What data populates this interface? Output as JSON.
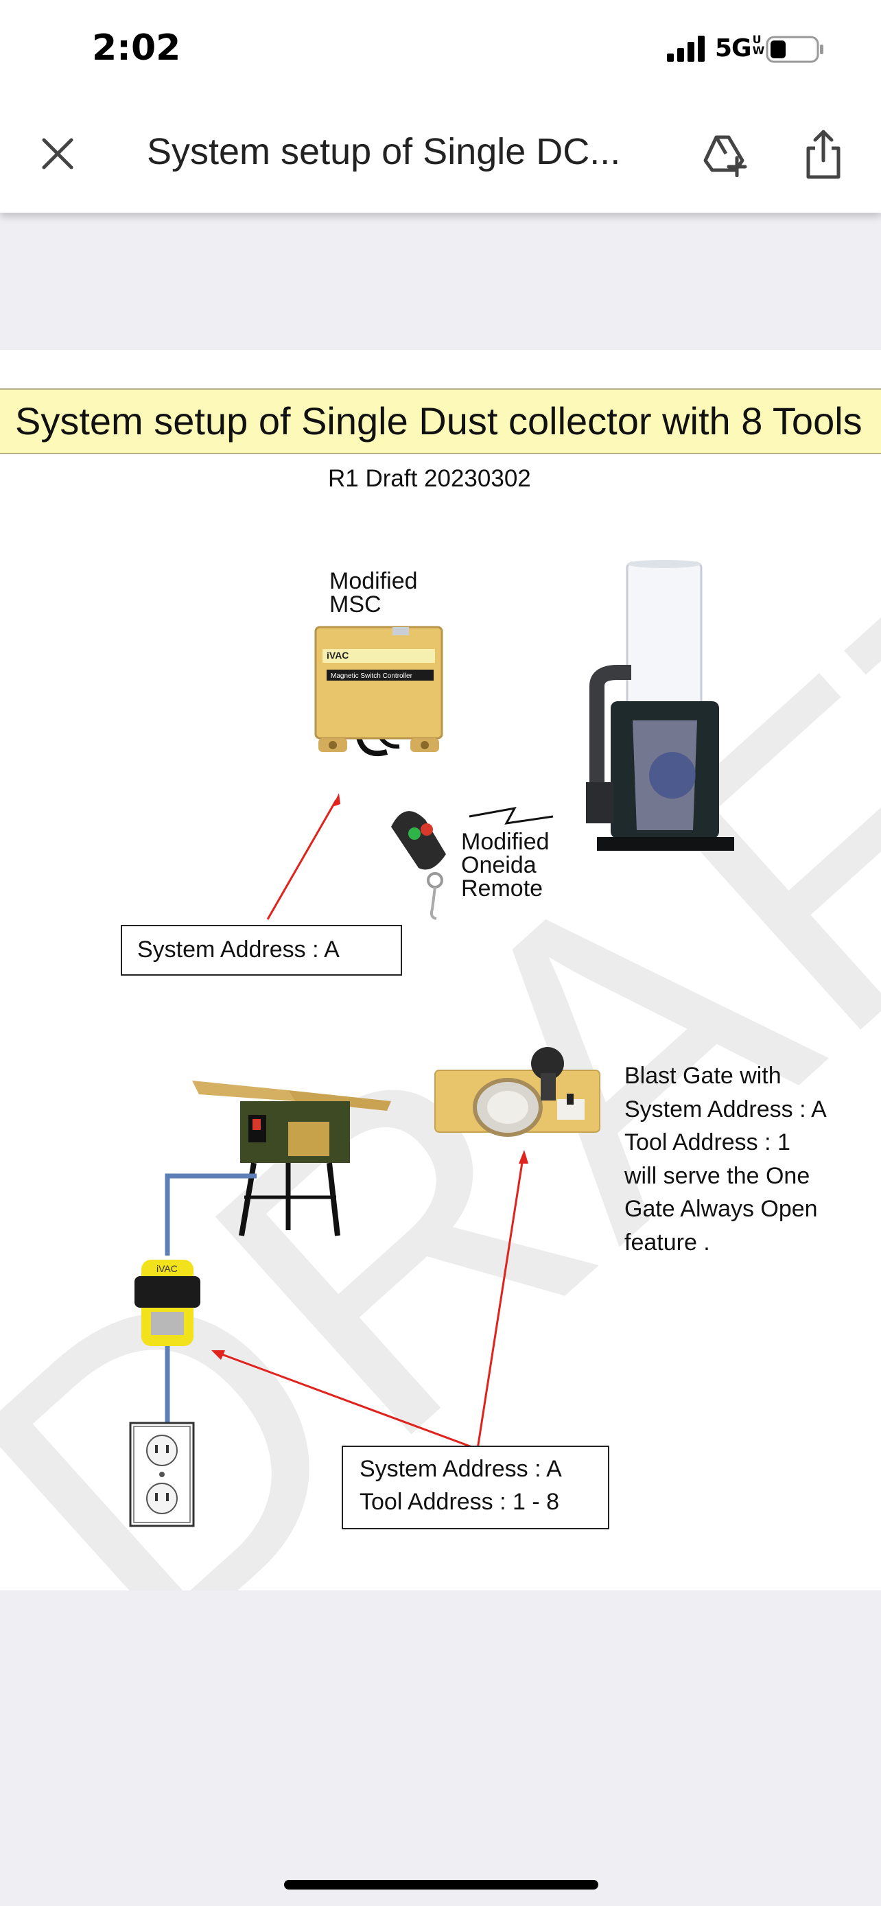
{
  "status_bar": {
    "time": "2:02",
    "network": "5G",
    "network_suffix_top": "U",
    "network_suffix_bottom": "W"
  },
  "header": {
    "title": "System setup of Single DC...",
    "icons": [
      "close-icon",
      "add-to-drive-icon",
      "share-icon"
    ]
  },
  "document": {
    "banner_title": "System setup of Single Dust collector with 8 Tools",
    "subtitle": "R1 Draft 20230302",
    "watermark": "DRAFT",
    "msc_label": [
      "Modified",
      "MSC"
    ],
    "msc_panel": {
      "brand": "iVAC",
      "caption": "Magnetic Switch Controller"
    },
    "remote_label": [
      "Modified",
      "Oneida",
      "Remote"
    ],
    "system_address_box": "System Address : A",
    "blast_gate_label": [
      "Blast Gate with",
      "System Address : A",
      "Tool Address  : 1",
      "will serve the One",
      "Gate Always Open",
      "feature ."
    ],
    "tool_box": [
      "System Address : A",
      "Tool Address  : 1 - 8"
    ],
    "tool_switch_brand": "iVAC"
  },
  "colors": {
    "banner_bg": "#fdf9b8",
    "arrow": "#e0231c",
    "wire": "#5b7fb6",
    "device_yellow": "#e8c56b",
    "switch_yellow": "#f2e21c",
    "jointer_green": "#3d4a24"
  }
}
